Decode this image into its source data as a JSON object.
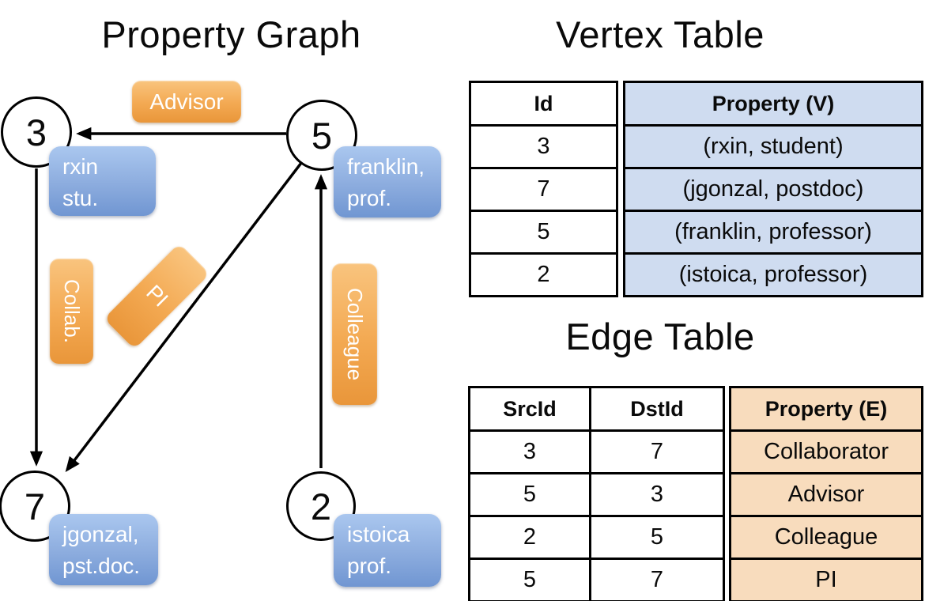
{
  "graph": {
    "title": "Property Graph",
    "nodes": {
      "n3": {
        "id": "3",
        "prop_line1": "rxin",
        "prop_line2": "stu."
      },
      "n5": {
        "id": "5",
        "prop_line1": "franklin,",
        "prop_line2": "prof."
      },
      "n7": {
        "id": "7",
        "prop_line1": "jgonzal,",
        "prop_line2": "pst.doc."
      },
      "n2": {
        "id": "2",
        "prop_line1": "istoica",
        "prop_line2": "prof."
      }
    },
    "edge_labels": {
      "advisor": "Advisor",
      "collab": "Collab.",
      "pi": "PI",
      "colleague": "Colleague"
    }
  },
  "vertex_table": {
    "title": "Vertex Table",
    "headers": {
      "id": "Id",
      "property": "Property (V)"
    },
    "rows": [
      {
        "id": "3",
        "property": "(rxin, student)"
      },
      {
        "id": "7",
        "property": "(jgonzal, postdoc)"
      },
      {
        "id": "5",
        "property": "(franklin, professor)"
      },
      {
        "id": "2",
        "property": "(istoica, professor)"
      }
    ]
  },
  "edge_table": {
    "title": "Edge Table",
    "headers": {
      "src": "SrcId",
      "dst": "DstId",
      "property": "Property (E)"
    },
    "rows": [
      {
        "src": "3",
        "dst": "7",
        "property": "Collaborator"
      },
      {
        "src": "5",
        "dst": "3",
        "property": "Advisor"
      },
      {
        "src": "2",
        "dst": "5",
        "property": "Colleague"
      },
      {
        "src": "5",
        "dst": "7",
        "property": "PI"
      }
    ]
  },
  "colors": {
    "vertex_property_fill": "#cfdcf0",
    "edge_property_fill": "#f8dcbd",
    "node_fill": "#ffffff",
    "edge_label_orange_top": "#f9c47e",
    "edge_label_orange_bottom": "#e9963a",
    "vertex_box_blue_top": "#aac7ef",
    "vertex_box_blue_bottom": "#7096d2",
    "line_color": "#000000"
  }
}
